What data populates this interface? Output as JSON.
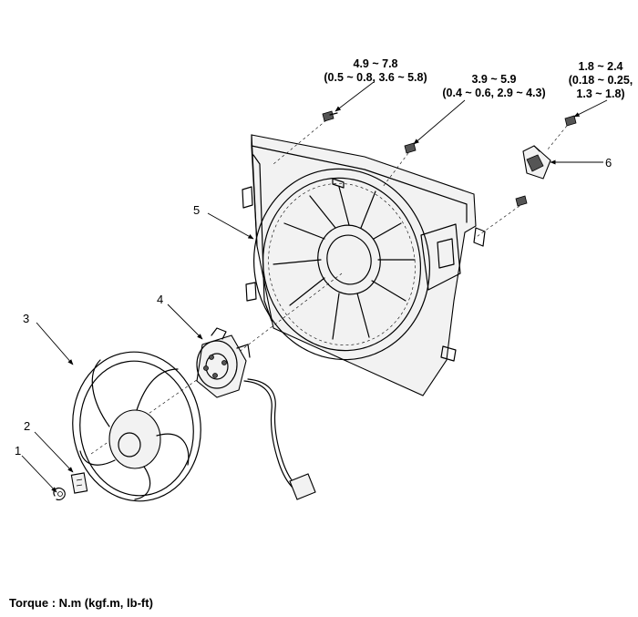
{
  "torque_specs": {
    "t1": {
      "line1": "4.9 ~ 7.8",
      "line2": "(0.5 ~ 0.8, 3.6 ~ 5.8)"
    },
    "t2": {
      "line1": "3.9 ~ 5.9",
      "line2": "(0.4 ~ 0.6, 2.9 ~ 4.3)"
    },
    "t3": {
      "line1": "1.8 ~ 2.4",
      "line2": "(0.18 ~ 0.25,",
      "line3": "1.3 ~ 1.8)"
    }
  },
  "callouts": [
    "1",
    "2",
    "3",
    "4",
    "5",
    "6"
  ],
  "footer": {
    "units": "Torque : N.m (kgf.m, lb-ft)"
  }
}
